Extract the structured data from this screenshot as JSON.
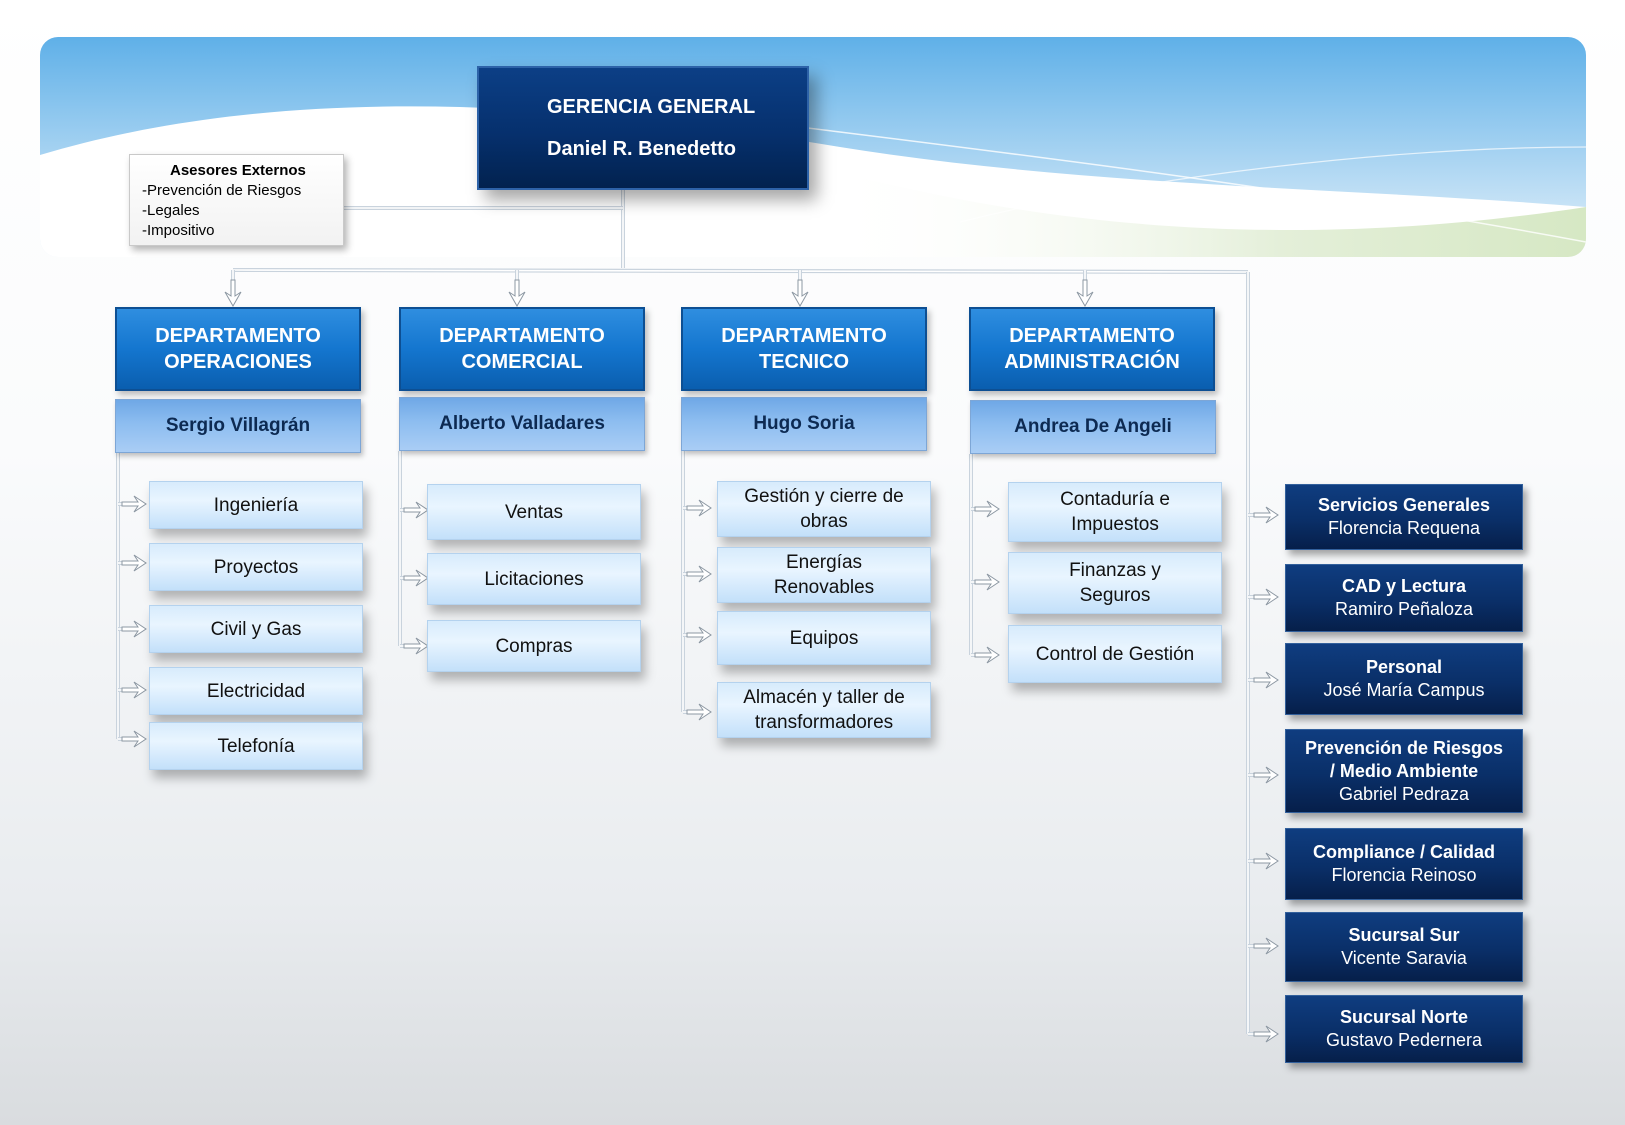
{
  "gerencia": {
    "title": "GERENCIA GENERAL",
    "name": "Daniel R. Benedetto"
  },
  "asesores": {
    "title": "Asesores  Externos",
    "items": [
      "-Prevención de Riesgos",
      "-Legales",
      "-Impositivo"
    ]
  },
  "departments": [
    {
      "title_1": "DEPARTAMENTO",
      "title_2": "OPERACIONES",
      "head": "Sergio Villagrán",
      "areas": [
        "Ingeniería",
        "Proyectos",
        "Civil y Gas",
        "Electricidad",
        "Telefonía"
      ]
    },
    {
      "title_1": "DEPARTAMENTO",
      "title_2": "COMERCIAL",
      "head": "Alberto Valladares",
      "areas": [
        "Ventas",
        "Licitaciones",
        "Compras"
      ]
    },
    {
      "title_1": "DEPARTAMENTO",
      "title_2": "TECNICO",
      "head": "Hugo Soria",
      "areas": [
        [
          "Gestión y cierre de",
          "obras"
        ],
        [
          "Energías",
          "Renovables"
        ],
        "Equipos",
        [
          "Almacén y taller de",
          "transformadores"
        ]
      ]
    },
    {
      "title_1": "DEPARTAMENTO",
      "title_2": "ADMINISTRACIÓN",
      "head": "Andrea De Angeli",
      "areas": [
        [
          "Contaduría e",
          "Impuestos"
        ],
        [
          "Finanzas y",
          "Seguros"
        ],
        "Control de Gestión"
      ]
    }
  ],
  "services": [
    {
      "title_lines": [
        "Servicios Generales"
      ],
      "person": "Florencia Requena"
    },
    {
      "title_lines": [
        "CAD y Lectura"
      ],
      "person": "Ramiro Peñaloza"
    },
    {
      "title_lines": [
        "Personal"
      ],
      "person": "José María Campus"
    },
    {
      "title_lines": [
        "Prevención de Riesgos",
        "/ Medio Ambiente"
      ],
      "person": "Gabriel Pedraza"
    },
    {
      "title_lines": [
        "Compliance / Calidad"
      ],
      "person": "Florencia Reinoso"
    },
    {
      "title_lines": [
        "Sucursal Sur"
      ],
      "person": "Vicente Saravia"
    },
    {
      "title_lines": [
        "Sucursal Norte"
      ],
      "person": "Gustavo Pedernera"
    }
  ]
}
